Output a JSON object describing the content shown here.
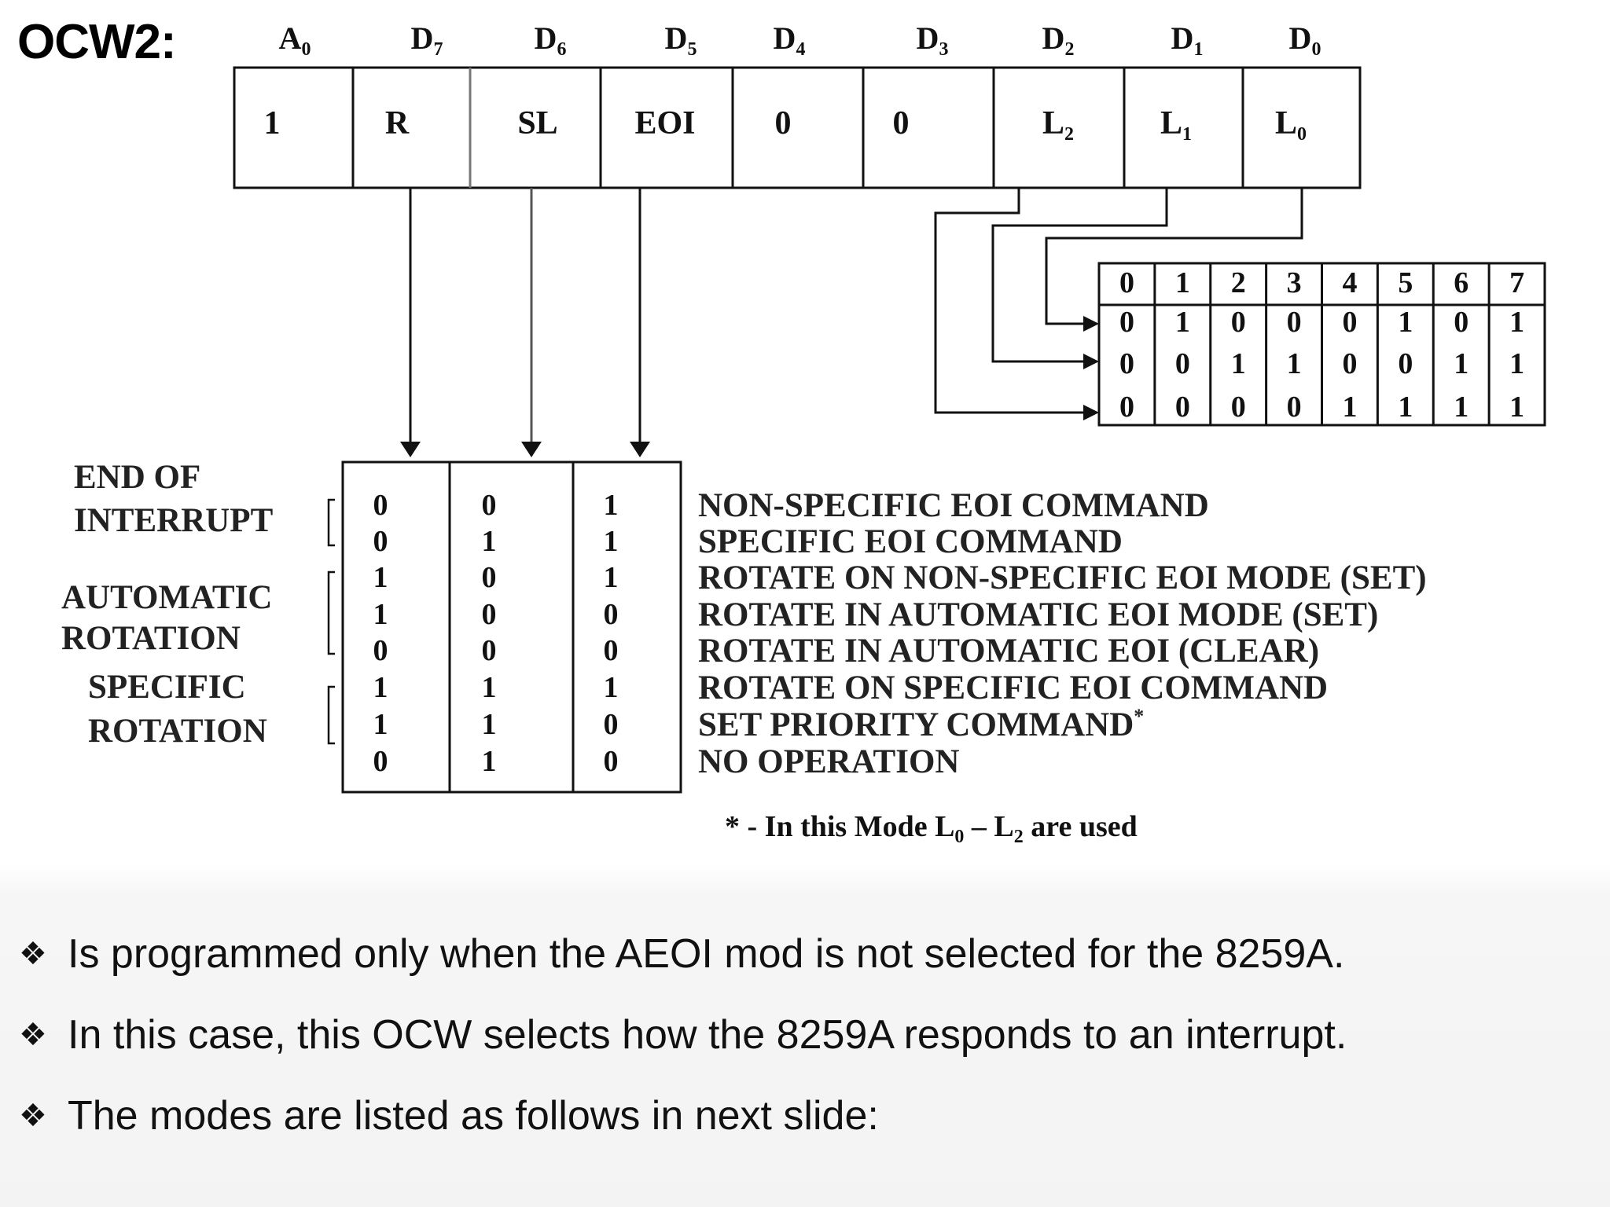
{
  "title": "OCW2:",
  "bit_headers": [
    {
      "main": "A",
      "sub": "0"
    },
    {
      "main": "D",
      "sub": "7"
    },
    {
      "main": "D",
      "sub": "6"
    },
    {
      "main": "D",
      "sub": "5"
    },
    {
      "main": "D",
      "sub": "4"
    },
    {
      "main": "D",
      "sub": "3"
    },
    {
      "main": "D",
      "sub": "2"
    },
    {
      "main": "D",
      "sub": "1"
    },
    {
      "main": "D",
      "sub": "0"
    }
  ],
  "register_cells": [
    {
      "main": "1",
      "sub": ""
    },
    {
      "main": "R",
      "sub": ""
    },
    {
      "main": "SL",
      "sub": ""
    },
    {
      "main": "EOI",
      "sub": ""
    },
    {
      "main": "0",
      "sub": ""
    },
    {
      "main": "0",
      "sub": ""
    },
    {
      "main": "L",
      "sub": "2"
    },
    {
      "main": "L",
      "sub": "1"
    },
    {
      "main": "L",
      "sub": "0"
    }
  ],
  "level_table": {
    "header": [
      "0",
      "1",
      "2",
      "3",
      "4",
      "5",
      "6",
      "7"
    ],
    "rows": [
      [
        "0",
        "1",
        "0",
        "0",
        "0",
        "1",
        "0",
        "1"
      ],
      [
        "0",
        "0",
        "1",
        "1",
        "0",
        "0",
        "1",
        "1"
      ],
      [
        "0",
        "0",
        "0",
        "0",
        "1",
        "1",
        "1",
        "1"
      ]
    ]
  },
  "command_table": {
    "r": [
      "0",
      "0",
      "1",
      "1",
      "0",
      "1",
      "1",
      "0"
    ],
    "sl": [
      "0",
      "1",
      "0",
      "0",
      "0",
      "1",
      "1",
      "1"
    ],
    "eoi": [
      "1",
      "1",
      "1",
      "0",
      "0",
      "1",
      "0",
      "0"
    ],
    "descriptions": [
      "NON-SPECIFIC EOI COMMAND",
      "SPECIFIC EOI COMMAND",
      "ROTATE ON NON-SPECIFIC EOI MODE (SET)",
      "ROTATE IN AUTOMATIC EOI MODE (SET)",
      "ROTATE IN AUTOMATIC EOI (CLEAR)",
      "ROTATE ON SPECIFIC EOI COMMAND",
      "SET PRIORITY COMMAND",
      "NO OPERATION"
    ],
    "asterisk": "*"
  },
  "groups": [
    {
      "line1": "END OF",
      "line2": "INTERRUPT"
    },
    {
      "line1": "AUTOMATIC",
      "line2": "ROTATION"
    },
    {
      "line1": "SPECIFIC",
      "line2": "ROTATION"
    }
  ],
  "footnote": {
    "pre": "* - In this Mode L",
    "sub1": "0",
    "mid": " – L",
    "sub2": "2",
    "post": " are used"
  },
  "bullets": [
    {
      "icon": "❖",
      "text": "Is programmed only when the AEOI mod is not selected for the 8259A."
    },
    {
      "icon": "❖",
      "text": "In this case, this OCW selects how the 8259A responds to an interrupt."
    },
    {
      "icon": "❖",
      "text": "The modes are listed as follows in next slide:"
    }
  ]
}
